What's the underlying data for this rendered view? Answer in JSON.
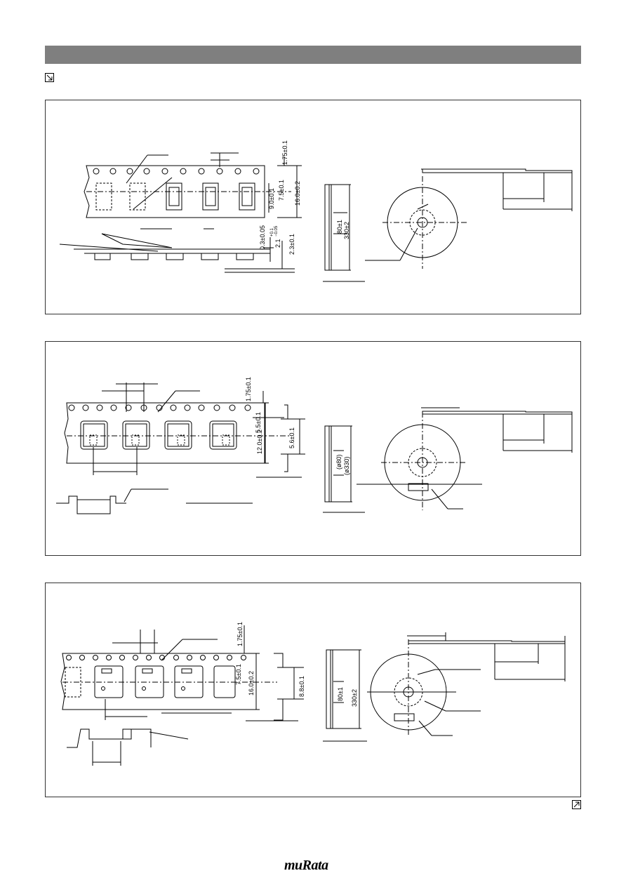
{
  "panels": [
    {
      "dims": {
        "d1": "1.75±0.1",
        "d2": "7.5±0.1",
        "d3": "9.0±0.1",
        "d4": "16.0±0.2",
        "d5": "0.3±0.05",
        "d6": "2.1",
        "d6_tol_top": "+0.1",
        "d6_tol_bottom": "−0.05",
        "d7": "2.3±0.1",
        "r1": "80±1",
        "r2": "330±2"
      }
    },
    {
      "dims": {
        "d1": "1.75±0.1",
        "d2": "5.5±0.1",
        "d3": "12.0±0.2",
        "d4": "5.6±0.1",
        "r1": "(ø80)",
        "r2": "(ø330)"
      }
    },
    {
      "dims": {
        "d1": "1.75±0.1",
        "d2": "7.5±0.1",
        "d3": "16.0±0.2",
        "d4": "8.8±0.1",
        "r1": "80±1",
        "r2": "330±2"
      }
    }
  ],
  "logo": {
    "text": "muRata"
  },
  "icons": {
    "top": "arrow-down-right-icon",
    "bottom": "arrow-up-right-icon"
  }
}
